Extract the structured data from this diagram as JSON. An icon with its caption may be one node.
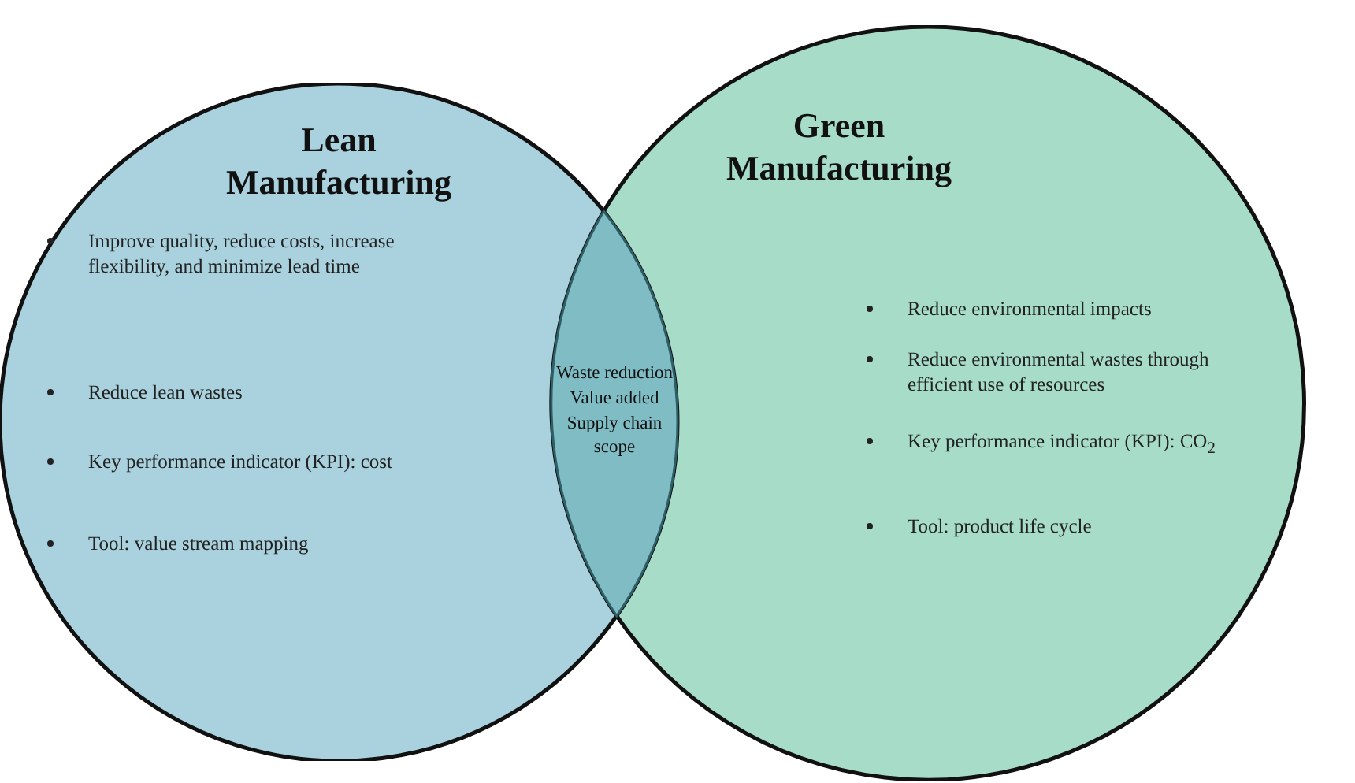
{
  "diagram": {
    "nodes": [
      {
        "text": [
          "Lean Manufacturing",
          "Improve quality, reduce costs, increase flexibility, and minimize lead time",
          "Reduce lean wastes",
          "Key performance indicator (KPI): cost",
          "Tool: value stream mapping"
        ]
      },
      {
        "text": [
          "Green Manufacturing",
          "Reduce environmental impacts",
          "Reduce environmental wastes through efficient use of resources",
          "Key performance indicator (KPI): CO$_{2}$",
          "Tool: product life cycle"
        ]
      },
      {
        "text": [
          "Waste reduction",
          "Value added",
          "Supply chain scope"
        ]
      }
    ]
  }
}
